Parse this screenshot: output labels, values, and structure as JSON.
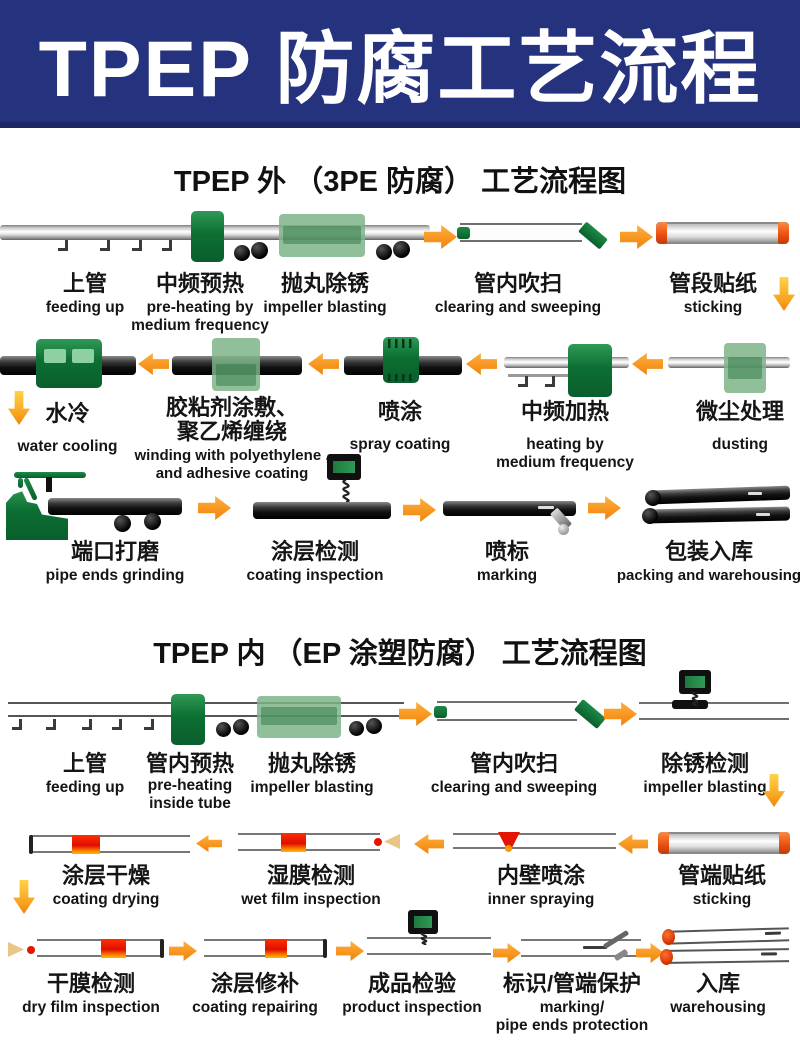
{
  "header": {
    "title": "TPEP 防腐工艺流程"
  },
  "colors": {
    "header_blue": "#25327e",
    "accent_orange": "#f7941d",
    "deep_green": "#0c6e33",
    "light_green": "#7db487",
    "hot_red": "#e00d00"
  },
  "sections": [
    {
      "title": "TPEP 外 （3PE 防腐） 工艺流程图",
      "steps": [
        {
          "zh": "上管",
          "en": "feeding up"
        },
        {
          "zh": "中频预热",
          "en": "pre-heating by\nmedium frequency"
        },
        {
          "zh": "抛丸除锈",
          "en": "impeller blasting"
        },
        {
          "zh": "管内吹扫",
          "en": "clearing and sweeping"
        },
        {
          "zh": "管段贴纸",
          "en": "sticking"
        },
        {
          "zh": "水冷",
          "en": "water cooling"
        },
        {
          "zh": "胶粘剂涂敷、\n聚乙烯缠绕",
          "en": "winding with polyethylene ,\nand adhesive coating"
        },
        {
          "zh": "喷涂",
          "en": "spray coating"
        },
        {
          "zh": "中频加热",
          "en": "heating by\nmedium frequency"
        },
        {
          "zh": "微尘处理",
          "en": "dusting"
        },
        {
          "zh": "端口打磨",
          "en": "pipe ends grinding"
        },
        {
          "zh": "涂层检测",
          "en": "coating inspection"
        },
        {
          "zh": "喷标",
          "en": "marking"
        },
        {
          "zh": "包装入库",
          "en": "packing and warehousing"
        }
      ]
    },
    {
      "title": "TPEP 内 （EP 涂塑防腐） 工艺流程图",
      "steps": [
        {
          "zh": "上管",
          "en": "feeding up"
        },
        {
          "zh": "管内预热",
          "en": "pre-heating\ninside tube"
        },
        {
          "zh": "抛丸除锈",
          "en": "impeller blasting"
        },
        {
          "zh": "管内吹扫",
          "en": "clearing and sweeping"
        },
        {
          "zh": "除锈检测",
          "en": "impeller blasting"
        },
        {
          "zh": "涂层干燥",
          "en": "coating drying"
        },
        {
          "zh": "湿膜检测",
          "en": "wet film inspection"
        },
        {
          "zh": "内壁喷涂",
          "en": "inner spraying"
        },
        {
          "zh": "管端贴纸",
          "en": "sticking"
        },
        {
          "zh": "干膜检测",
          "en": "dry film inspection"
        },
        {
          "zh": "涂层修补",
          "en": "coating repairing"
        },
        {
          "zh": "成品检验",
          "en": "product inspection"
        },
        {
          "zh": "标识/管端保护",
          "en": "marking/\npipe ends protection"
        },
        {
          "zh": "入库",
          "en": "warehousing"
        }
      ]
    }
  ]
}
